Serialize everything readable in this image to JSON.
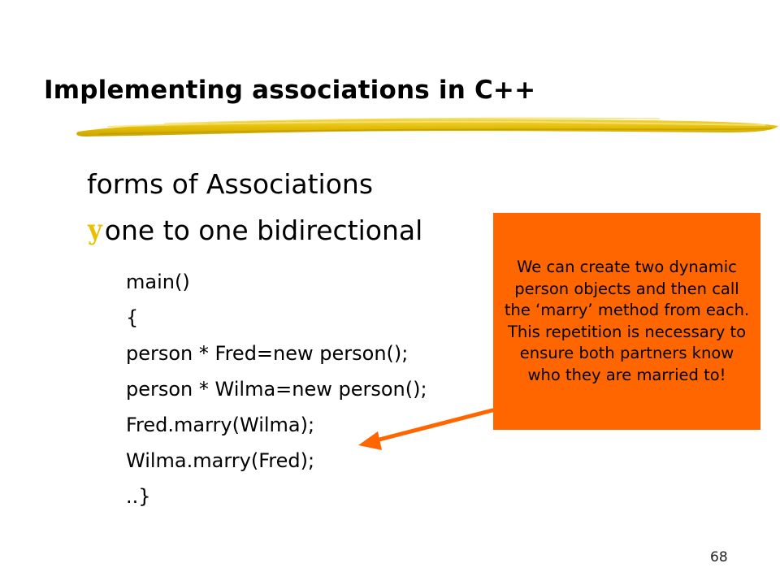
{
  "slide": {
    "title": "Implementing associations in C++",
    "heading": "forms of Associations",
    "bullet_glyph": "y",
    "bullet_text": "one to one bidirectional",
    "code_lines": [
      "main()",
      "{",
      "person * Fred=new person();",
      "person * Wilma=new person();",
      "Fred.marry(Wilma);",
      "Wilma.marry(Fred);",
      "..}"
    ],
    "callout_text": "We can create two dynamic person objects and then call the ‘marry’ method from each. This repetition is necessary to ensure both partners know who they are married to!",
    "page_number": "68"
  },
  "colors": {
    "callout_background": "#ff6600",
    "arrow": "#ff6600",
    "brush_stroke": "#e8c40a",
    "bullet": "#e8c100"
  },
  "icons": {
    "bullet": "bullet-icon",
    "arrow": "arrow-icon",
    "brush": "brush-stroke"
  }
}
